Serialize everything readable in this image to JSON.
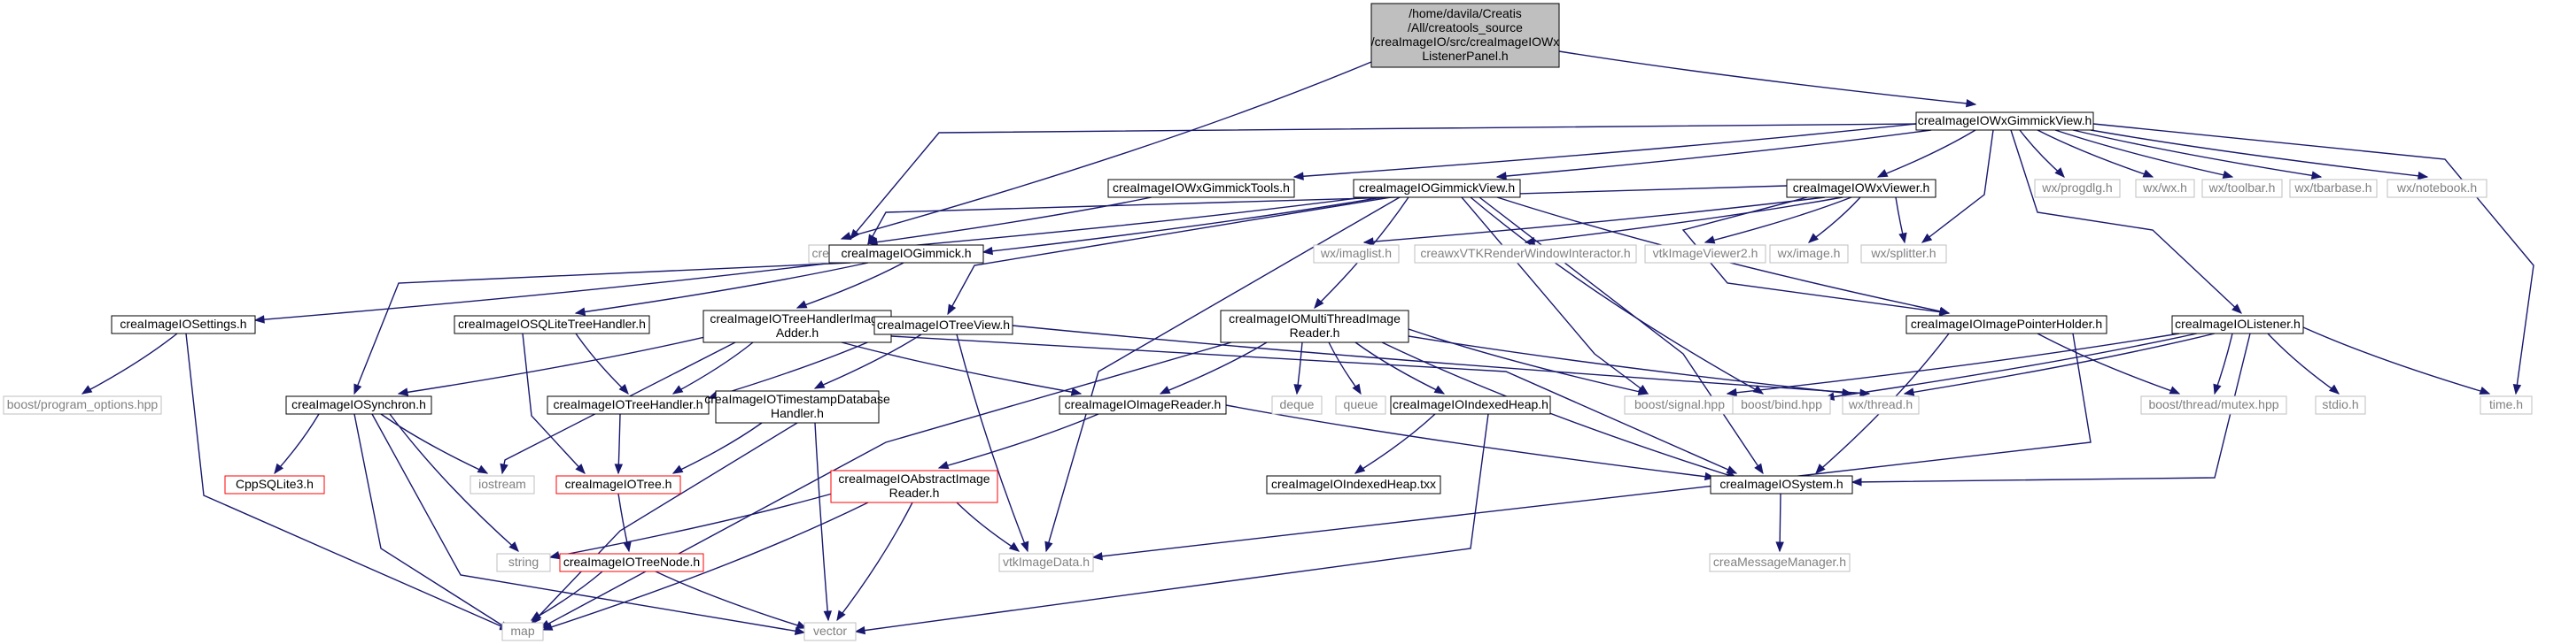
{
  "diagram": {
    "nodes": [
      {
        "id": "root",
        "lines": [
          "/home/davila/Creatis",
          "/All/creatools_source",
          "/creaImageIO/src/creaImageIOWx",
          "ListenerPanel.h"
        ]
      },
      {
        "id": "gimmickview",
        "lines": [
          "creaImageIOWxGimmickView.h"
        ]
      },
      {
        "id": "creawx",
        "lines": [
          "creaWx.h"
        ]
      },
      {
        "id": "wxgimmicktools",
        "lines": [
          "creaImageIOWxGimmickTools.h"
        ]
      },
      {
        "id": "gimmickviewh",
        "lines": [
          "creaImageIOGimmickView.h"
        ]
      },
      {
        "id": "wxviewer",
        "lines": [
          "creaImageIOWxViewer.h"
        ]
      },
      {
        "id": "progdlg",
        "lines": [
          "wx/progdlg.h"
        ]
      },
      {
        "id": "wxwx",
        "lines": [
          "wx/wx.h"
        ]
      },
      {
        "id": "toolbar",
        "lines": [
          "wx/toolbar.h"
        ]
      },
      {
        "id": "tbarbase",
        "lines": [
          "wx/tbarbase.h"
        ]
      },
      {
        "id": "notebook",
        "lines": [
          "wx/notebook.h"
        ]
      },
      {
        "id": "gimmick",
        "lines": [
          "creaImageIOGimmick.h"
        ]
      },
      {
        "id": "imaglist",
        "lines": [
          "wx/imaglist.h"
        ]
      },
      {
        "id": "vtkrender",
        "lines": [
          "creawxVTKRenderWindowInteractor.h"
        ]
      },
      {
        "id": "vtkviewer2",
        "lines": [
          "vtkImageViewer2.h"
        ]
      },
      {
        "id": "wximage",
        "lines": [
          "wx/image.h"
        ]
      },
      {
        "id": "splitter",
        "lines": [
          "wx/splitter.h"
        ]
      },
      {
        "id": "settings",
        "lines": [
          "creaImageIOSettings.h"
        ]
      },
      {
        "id": "sqlitetree",
        "lines": [
          "creaImageIOSQLiteTreeHandler.h"
        ]
      },
      {
        "id": "treehandlerimage",
        "lines": [
          "creaImageIOTreeHandlerImage",
          "Adder.h"
        ]
      },
      {
        "id": "treeview",
        "lines": [
          "creaImageIOTreeView.h"
        ]
      },
      {
        "id": "multithread",
        "lines": [
          "creaImageIOMultiThreadImage",
          "Reader.h"
        ]
      },
      {
        "id": "pointerholder",
        "lines": [
          "creaImageIOImagePointerHolder.h"
        ]
      },
      {
        "id": "listener",
        "lines": [
          "creaImageIOListener.h"
        ]
      },
      {
        "id": "programoptions",
        "lines": [
          "boost/program_options.hpp"
        ]
      },
      {
        "id": "synchron",
        "lines": [
          "creaImageIOSynchron.h"
        ]
      },
      {
        "id": "treehandler",
        "lines": [
          "creaImageIOTreeHandler.h"
        ]
      },
      {
        "id": "timestamp",
        "lines": [
          "creaImageIOTimestampDatabase",
          "Handler.h"
        ]
      },
      {
        "id": "imagereader",
        "lines": [
          "creaImageIOImageReader.h"
        ]
      },
      {
        "id": "deque",
        "lines": [
          "deque"
        ]
      },
      {
        "id": "queue",
        "lines": [
          "queue"
        ]
      },
      {
        "id": "indexedheap",
        "lines": [
          "creaImageIOIndexedHeap.h"
        ]
      },
      {
        "id": "signal",
        "lines": [
          "boost/signal.hpp"
        ]
      },
      {
        "id": "bind",
        "lines": [
          "boost/bind.hpp"
        ]
      },
      {
        "id": "wxthread",
        "lines": [
          "wx/thread.h"
        ]
      },
      {
        "id": "mutex",
        "lines": [
          "boost/thread/mutex.hpp"
        ]
      },
      {
        "id": "stdio",
        "lines": [
          "stdio.h"
        ]
      },
      {
        "id": "timeh",
        "lines": [
          "time.h"
        ]
      },
      {
        "id": "cppsqlite",
        "lines": [
          "CppSQLite3.h"
        ]
      },
      {
        "id": "iostream",
        "lines": [
          "iostream"
        ]
      },
      {
        "id": "tree",
        "lines": [
          "creaImageIOTree.h"
        ]
      },
      {
        "id": "abstractreader",
        "lines": [
          "creaImageIOAbstractImage",
          "Reader.h"
        ]
      },
      {
        "id": "system",
        "lines": [
          "creaImageIOSystem.h"
        ]
      },
      {
        "id": "indexedheaptxx",
        "lines": [
          "creaImageIOIndexedHeap.txx"
        ]
      },
      {
        "id": "stringn",
        "lines": [
          "string"
        ]
      },
      {
        "id": "treenode",
        "lines": [
          "creaImageIOTreeNode.h"
        ]
      },
      {
        "id": "vtkimagedata",
        "lines": [
          "vtkImageData.h"
        ]
      },
      {
        "id": "messagemanager",
        "lines": [
          "creaMessageManager.h"
        ]
      },
      {
        "id": "mapn",
        "lines": [
          "map"
        ]
      },
      {
        "id": "vectorn",
        "lines": [
          "vector"
        ]
      }
    ]
  }
}
